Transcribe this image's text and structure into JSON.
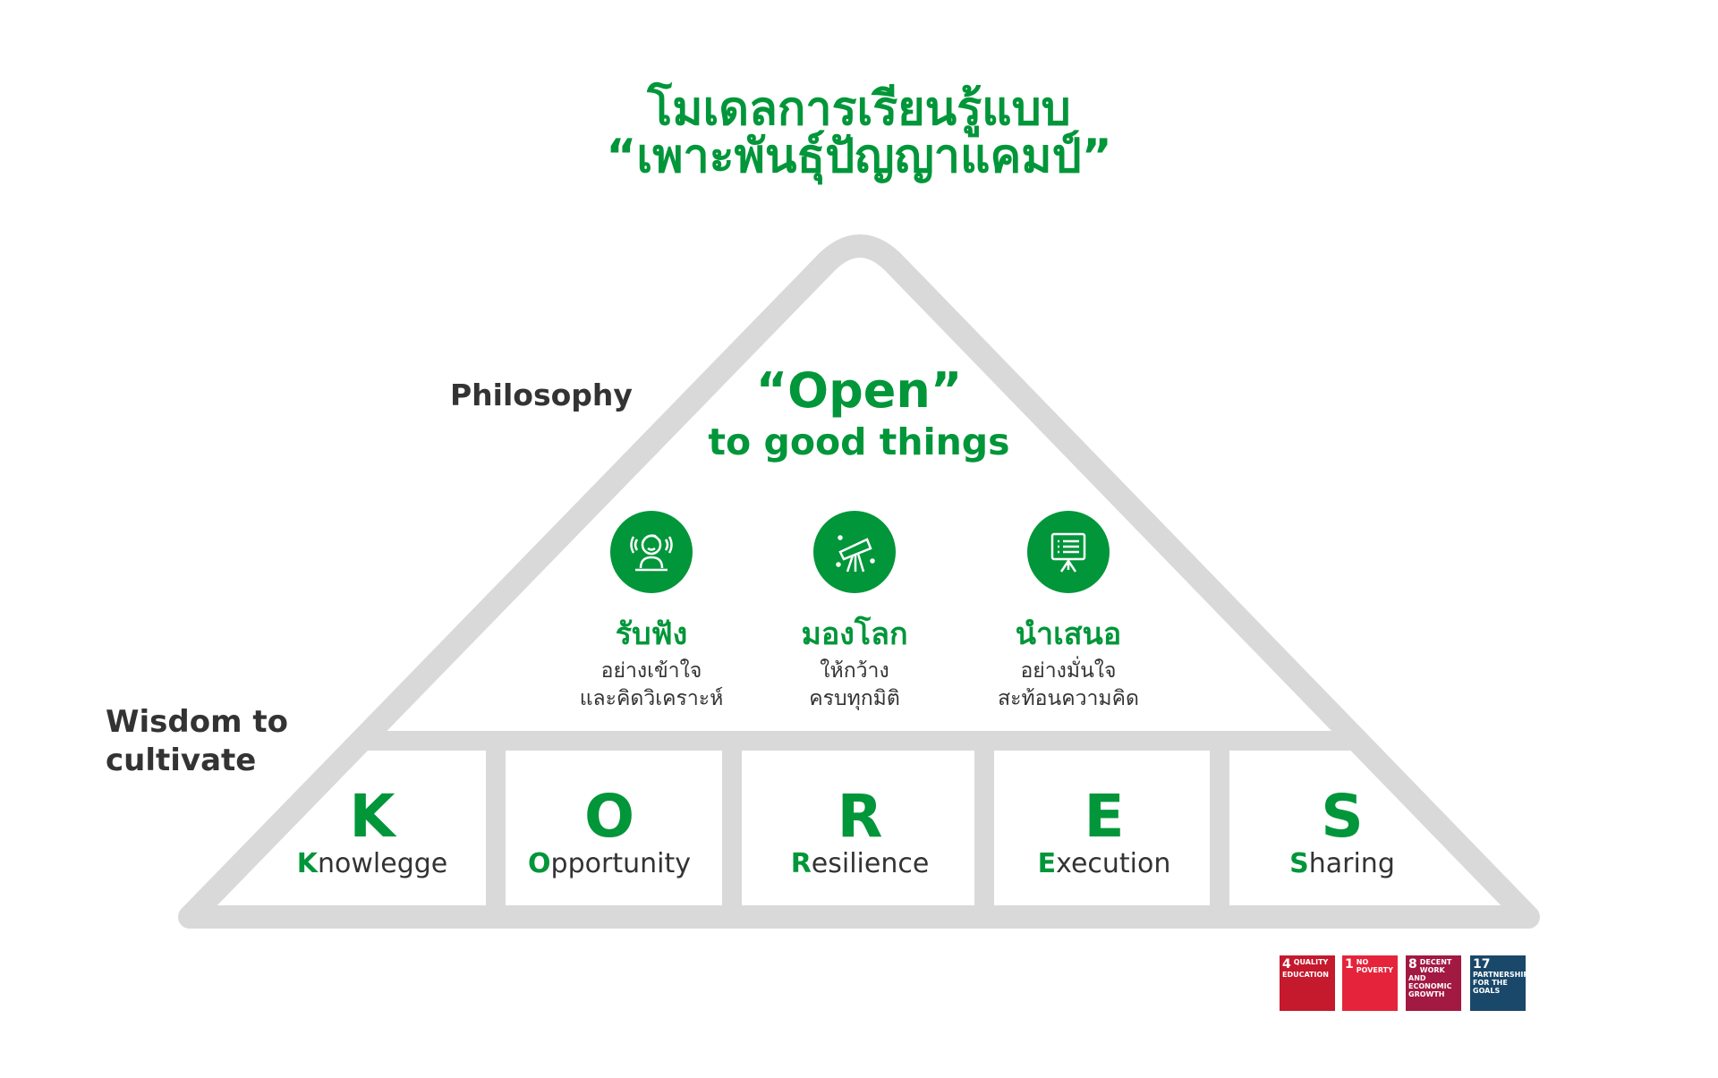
{
  "title": {
    "line1": "โมเดลการเรียนรู้แบบ",
    "line2": "“เพาะพันธุ์ปัญญาแคมป์”"
  },
  "philosophy": {
    "label": "Philosophy",
    "headline": "“Open”",
    "subline": "to good things"
  },
  "wisdom_label": {
    "line1": "Wisdom to",
    "line2": "cultivate"
  },
  "pillars": [
    {
      "icon": "listening-person-icon",
      "title": "รับฟัง",
      "line1": "อย่างเข้าใจ",
      "line2": "และคิดวิเคราะห์"
    },
    {
      "icon": "telescope-icon",
      "title": "มองโลก",
      "line1": "ให้กว้าง",
      "line2": "ครบทุกมิติ"
    },
    {
      "icon": "presentation-board-icon",
      "title": "นำเสนอ",
      "line1": "อย่างมั่นใจ",
      "line2": "สะท้อนความคิด"
    }
  ],
  "kores": [
    {
      "letter": "K",
      "first": "K",
      "rest": "nowlegge"
    },
    {
      "letter": "O",
      "first": "O",
      "rest": "pportunity"
    },
    {
      "letter": "R",
      "first": "R",
      "rest": "esilience"
    },
    {
      "letter": "E",
      "first": "E",
      "rest": "xecution"
    },
    {
      "letter": "S",
      "first": "S",
      "rest": "haring"
    }
  ],
  "sdgs": [
    {
      "num": "4",
      "label": "QUALITY EDUCATION",
      "color": "#c5192d"
    },
    {
      "num": "1",
      "label": "NO POVERTY",
      "color": "#e5243b"
    },
    {
      "num": "8",
      "label": "DECENT WORK AND ECONOMIC GROWTH",
      "color": "#a21942"
    },
    {
      "num": "17",
      "label": "PARTNERSHIPS FOR THE GOALS",
      "color": "#19486a"
    }
  ],
  "colors": {
    "accent": "#009639",
    "frame": "#d9d9d9",
    "text": "#333333"
  }
}
